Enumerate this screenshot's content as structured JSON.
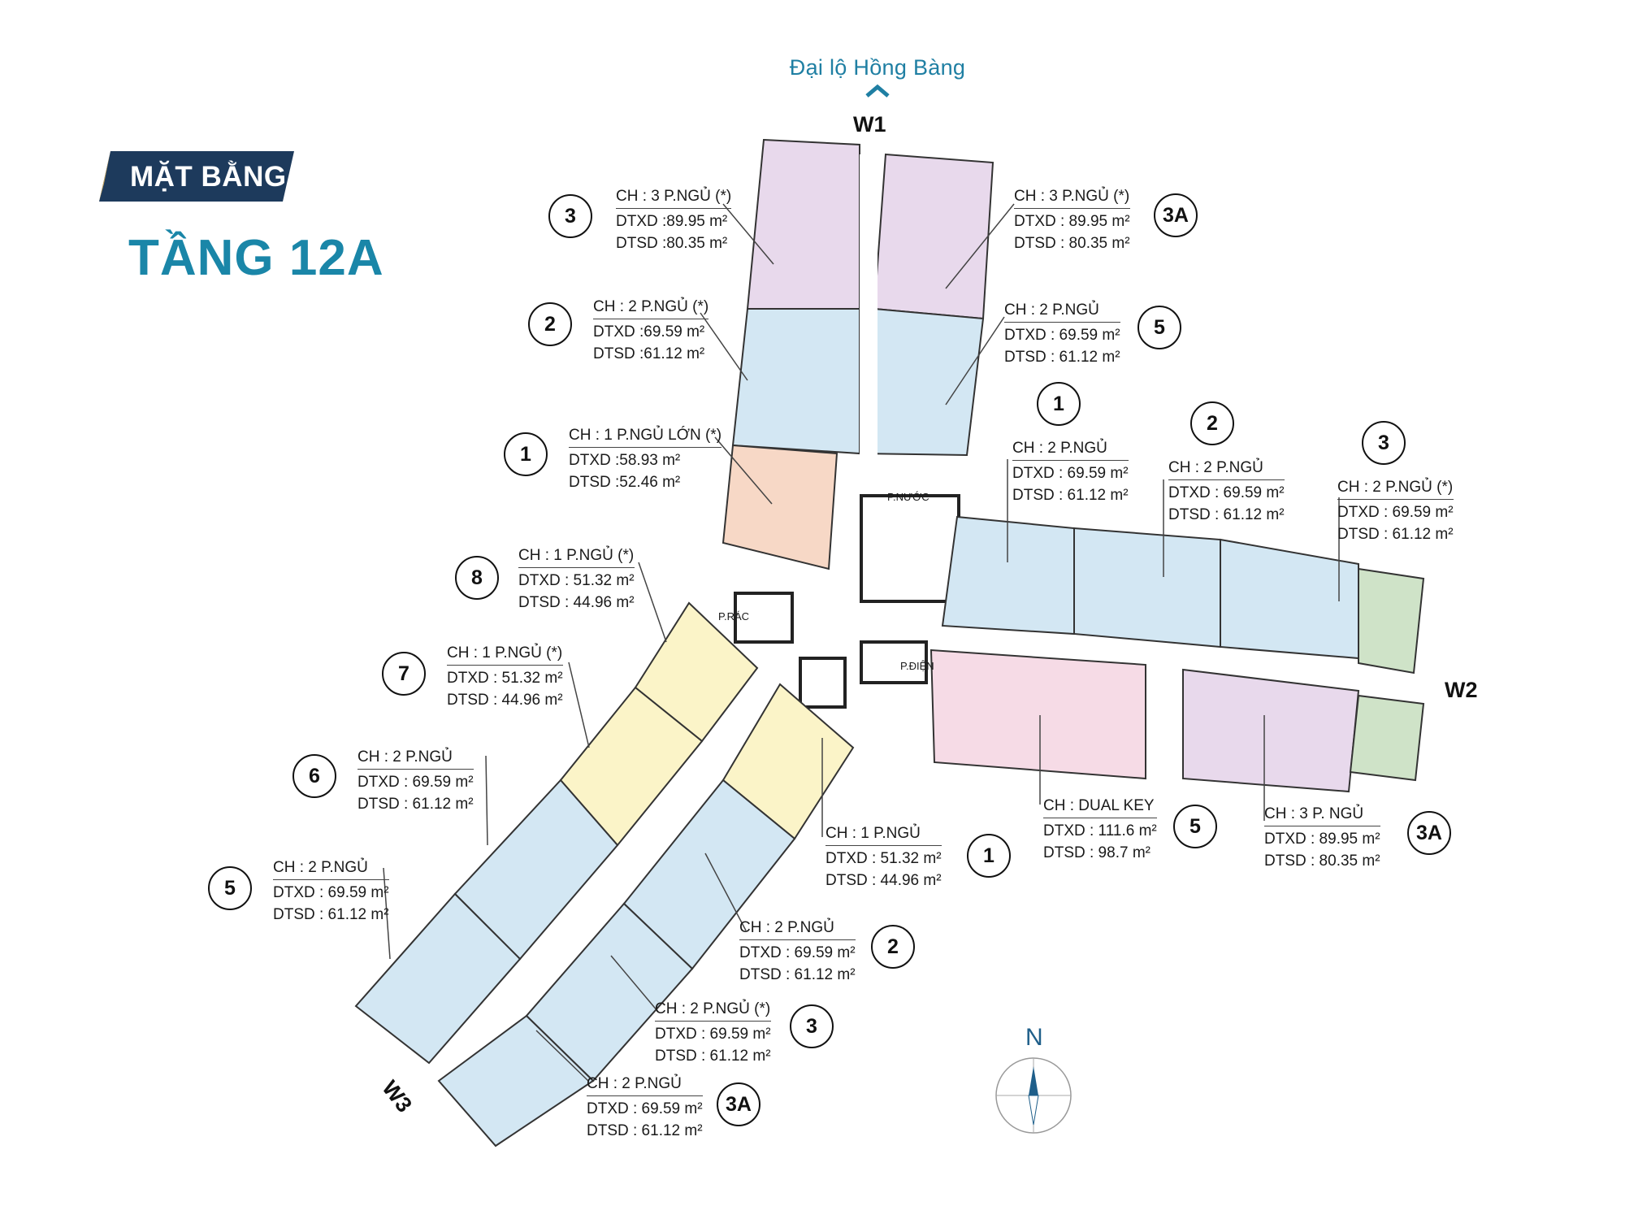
{
  "road_label": "Đại lộ Hồng Bàng",
  "badge": "MẶT BẰNG",
  "title": "TẦNG 12A",
  "wings": {
    "w1": "W1",
    "w2": "W2",
    "w3": "W3"
  },
  "facilities": {
    "p_nuoc": "P.NƯỚC",
    "p_rac": "P.RÁC",
    "p_dien": "P.ĐIỆN"
  },
  "north_label": "N",
  "units": [
    {
      "num": "3",
      "title": "CH : 3 P.NGỦ (*)",
      "dtxd": "DTXD :89.95 m²",
      "dtsd": "DTSD :80.35 m²"
    },
    {
      "num": "3A",
      "title": "CH : 3 P.NGỦ (*)",
      "dtxd": "DTXD :  89.95 m²",
      "dtsd": "DTSD : 80.35 m²"
    },
    {
      "num": "2",
      "title": "CH : 2 P.NGỦ (*)",
      "dtxd": "DTXD :69.59 m²",
      "dtsd": "DTSD :61.12 m²"
    },
    {
      "num": "5",
      "title": "CH : 2 P.NGỦ",
      "dtxd": "DTXD : 69.59 m²",
      "dtsd": "DTSD : 61.12 m²"
    },
    {
      "num": "1",
      "title": "CH : 1 P.NGỦ LỚN (*)",
      "dtxd": "DTXD :58.93 m²",
      "dtsd": "DTSD :52.46 m²"
    },
    {
      "num": "1",
      "title": "CH : 2 P.NGỦ",
      "dtxd": "DTXD : 69.59 m²",
      "dtsd": "DTSD :  61.12 m²"
    },
    {
      "num": "2",
      "title": "CH : 2 P.NGỦ",
      "dtxd": "DTXD : 69.59 m²",
      "dtsd": "DTSD :  61.12 m²"
    },
    {
      "num": "3",
      "title": "CH : 2 P.NGỦ (*)",
      "dtxd": "DTXD : 69.59 m²",
      "dtsd": "DTSD :  61.12 m²"
    },
    {
      "num": "8",
      "title": "CH : 1 P.NGỦ (*)",
      "dtxd": "DTXD :   51.32 m²",
      "dtsd": "DTSD :  44.96 m²"
    },
    {
      "num": "7",
      "title": "CH : 1 P.NGỦ (*)",
      "dtxd": "DTXD :   51.32 m²",
      "dtsd": "DTSD :  44.96 m²"
    },
    {
      "num": "6",
      "title": "CH : 2 P.NGỦ",
      "dtxd": "DTXD : 69.59 m²",
      "dtsd": "DTSD :  61.12 m²"
    },
    {
      "num": "5",
      "title": "CH : 2 P.NGỦ",
      "dtxd": "DTXD : 69.59 m²",
      "dtsd": "DTSD :  61.12 m²"
    },
    {
      "num": "1",
      "title": "CH : 1 P.NGỦ",
      "dtxd": "DTXD :   51.32 m²",
      "dtsd": "DTSD :  44.96 m²"
    },
    {
      "num": "5",
      "title": "CH : DUAL KEY",
      "dtxd": "DTXD :  111.6 m²",
      "dtsd": "DTSD :   98.7 m²"
    },
    {
      "num": "3A",
      "title": "CH : 3 P. NGỦ",
      "dtxd": "DTXD :   89.95 m²",
      "dtsd": "DTSD : 80.35 m²"
    },
    {
      "num": "2",
      "title": "CH : 2 P.NGỦ",
      "dtxd": "DTXD : 69.59 m²",
      "dtsd": "DTSD :  61.12 m²"
    },
    {
      "num": "3",
      "title": "CH : 2 P.NGỦ (*)",
      "dtxd": "DTXD : 69.59 m²",
      "dtsd": "DTSD :  61.12 m²"
    },
    {
      "num": "3A",
      "title": "CH : 2 P.NGỦ",
      "dtxd": "DTXD : 69.59 m²",
      "dtsd": "DTSD :  61.12 m²"
    }
  ],
  "colors": {
    "accent": "#1a86a8",
    "badge": "#1d3a5c",
    "purple": "#e8d9ec",
    "blue": "#d3e7f3",
    "orange": "#f7d8c6",
    "yellow": "#fbf4c8",
    "pink": "#f6dbe6",
    "terrace": "#cfe3c8"
  }
}
